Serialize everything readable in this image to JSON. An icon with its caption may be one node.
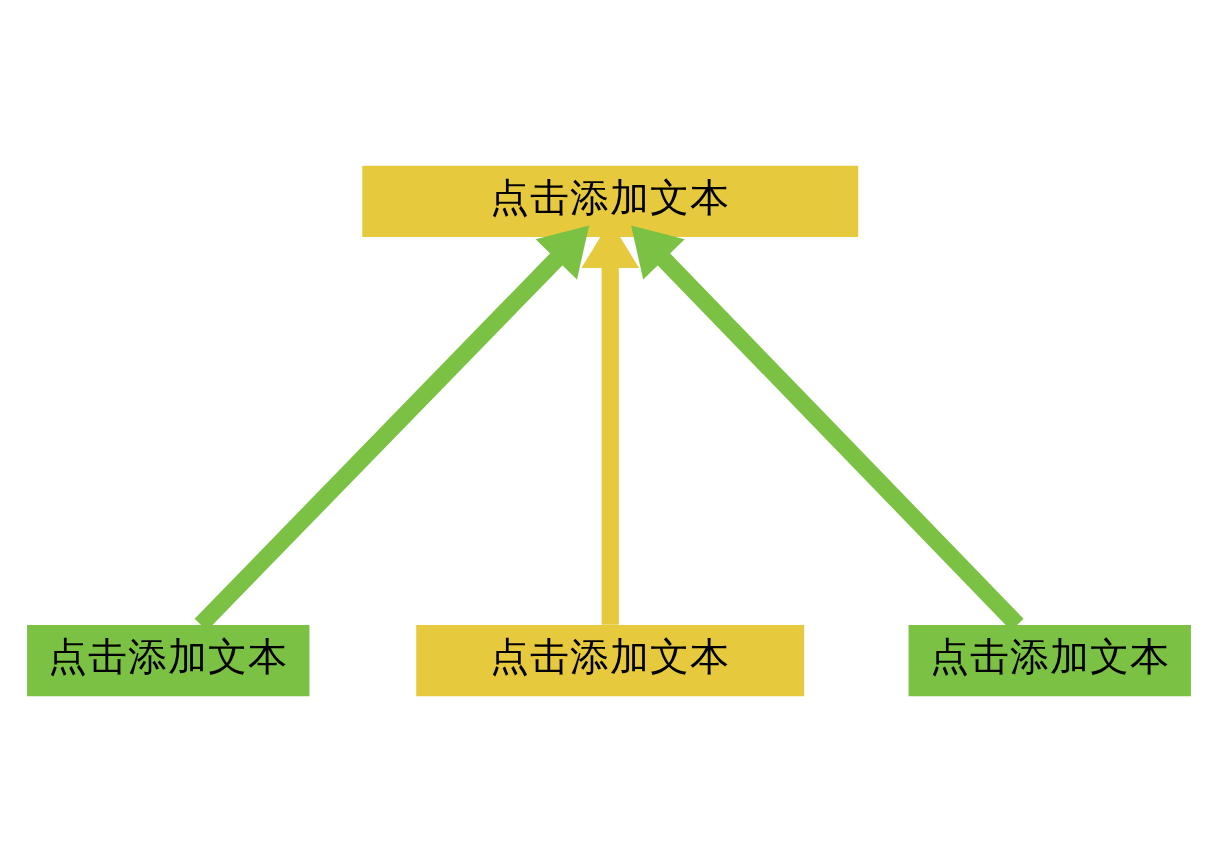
{
  "diagram": {
    "nodes": [
      {
        "text": [
          "点击添加文本"
        ]
      },
      {
        "text": [
          "点击添加文本"
        ]
      },
      {
        "text": [
          "点击添加文本"
        ]
      },
      {
        "text": [
          "点击添加文本"
        ]
      }
    ],
    "edges": [
      {
        "from": 1,
        "to": 0,
        "arrow": "to",
        "color": "#7bc143"
      },
      {
        "from": 2,
        "to": 0,
        "arrow": "to",
        "color": "#e6c93c"
      },
      {
        "from": 3,
        "to": 0,
        "arrow": "to",
        "color": "#7bc143"
      }
    ]
  }
}
